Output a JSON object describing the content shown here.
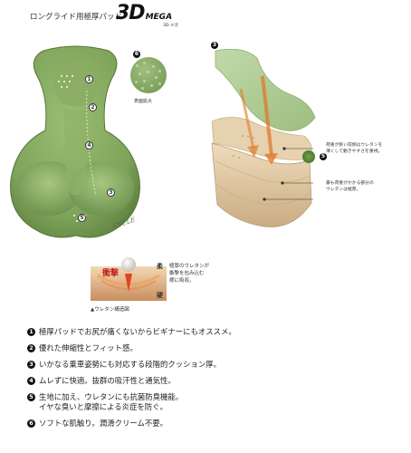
{
  "header": {
    "subtitle": "ロングライド用極厚パッド",
    "logo_big": "3D",
    "logo_small": "MEGA",
    "logo_kana": "3D-メガ"
  },
  "markers": {
    "texture": "6",
    "layers": "3",
    "side": "5",
    "pad_1": "1",
    "pad_2": "2",
    "pad_3": "3",
    "pad_4": "4",
    "pad_5": "5"
  },
  "texture_caption": "表面拡大",
  "pad_brand": "CYCLE",
  "annotations": {
    "top_line1": "荷重が掛い前側はウレタンを",
    "top_line2": "薄くして動きやすさを重視。",
    "bottom_line1": "最も荷重がかかる部分の",
    "bottom_line2": "ウレタンは極厚。"
  },
  "impact": {
    "label_impact": "衝撃",
    "label_soft": "柔",
    "label_hard": "硬",
    "desc_line1": "極厚のウレタンが",
    "desc_line2": "衝撃を包み込む",
    "desc_line3": "様に吸収。",
    "caption": "▲ウレタン構造図"
  },
  "features": [
    {
      "num": "1",
      "lines": [
        "極厚パッドでお尻が痛くないからビギナーにもオススメ。"
      ]
    },
    {
      "num": "2",
      "lines": [
        "優れた伸縮性とフィット感。"
      ]
    },
    {
      "num": "3",
      "lines": [
        "いかなる乗車姿勢にも対応する段階的クッション厚。"
      ]
    },
    {
      "num": "4",
      "lines": [
        "ムレずに快適。抜群の吸汗性と通気性。"
      ]
    },
    {
      "num": "5",
      "lines": [
        "生地に加え、ウレタンにも抗菌防臭機能。",
        "イヤな臭いと摩擦による炎症を防ぐ。"
      ]
    },
    {
      "num": "6",
      "lines": [
        "ソフトな肌触り。潤滑クリーム不要。"
      ]
    }
  ],
  "colors": {
    "pad_green": "#7ea35a",
    "pad_dark": "#5d7f3d",
    "foam": "#d9c3a0",
    "arrow": "#e07a2a"
  }
}
